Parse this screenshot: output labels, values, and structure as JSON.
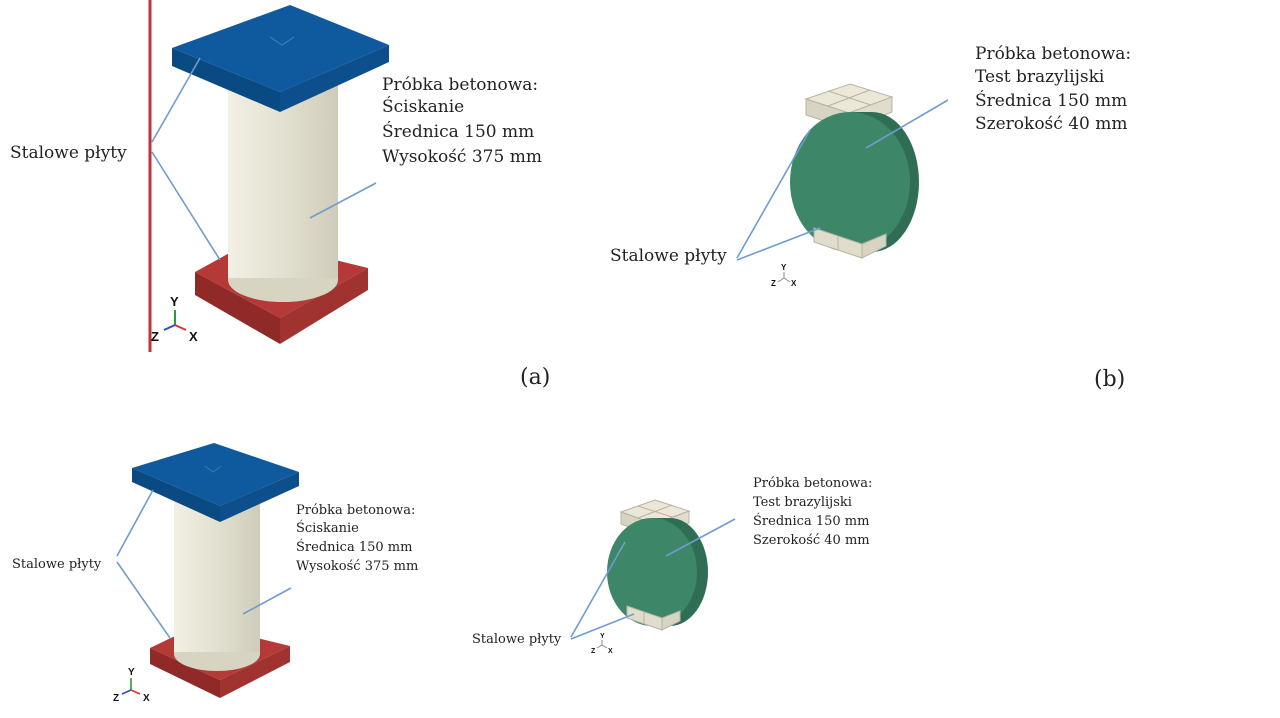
{
  "figures": [
    {
      "id": "top-left",
      "plates_label": "Stalowe płyty",
      "specimen_lines": [
        "Próbka betonowa:",
        "Ściskanie",
        "Średnica 150 mm",
        "Wysokość 375 mm"
      ],
      "caption": "(a)",
      "axes": {
        "y": "Y",
        "z": "Z",
        "x": "X"
      }
    },
    {
      "id": "top-right",
      "plates_label": "Stalowe płyty",
      "specimen_lines": [
        "Próbka betonowa:",
        "Test brazylijski",
        "Średnica 150 mm",
        "Szerokość 40 mm"
      ],
      "caption": "(b)",
      "axes": {
        "y": "Y",
        "z": "Z",
        "x": "X"
      }
    },
    {
      "id": "bottom-left",
      "plates_label": "Stalowe płyty",
      "specimen_lines": [
        "Próbka betonowa:",
        "Ściskanie",
        "Średnica 150 mm",
        "Wysokość 375 mm"
      ],
      "axes": {
        "y": "Y",
        "z": "Z",
        "x": "X"
      }
    },
    {
      "id": "bottom-right",
      "plates_label": "Stalowe płyty",
      "specimen_lines": [
        "Próbka betonowa:",
        "Test brazylijski",
        "Średnica 150 mm",
        "Szerokość 40 mm"
      ],
      "axes": {
        "y": "Y",
        "z": "Z",
        "x": "X"
      }
    }
  ],
  "colors": {
    "top_plate": "#0f5a9e",
    "bottom_plate": "#b53a37",
    "cylinder": "#e4e2d2",
    "disc": "#3d8668",
    "pads": "#ece8d8",
    "leader": "#6f9ccf",
    "margin_line": "#c0333a"
  }
}
